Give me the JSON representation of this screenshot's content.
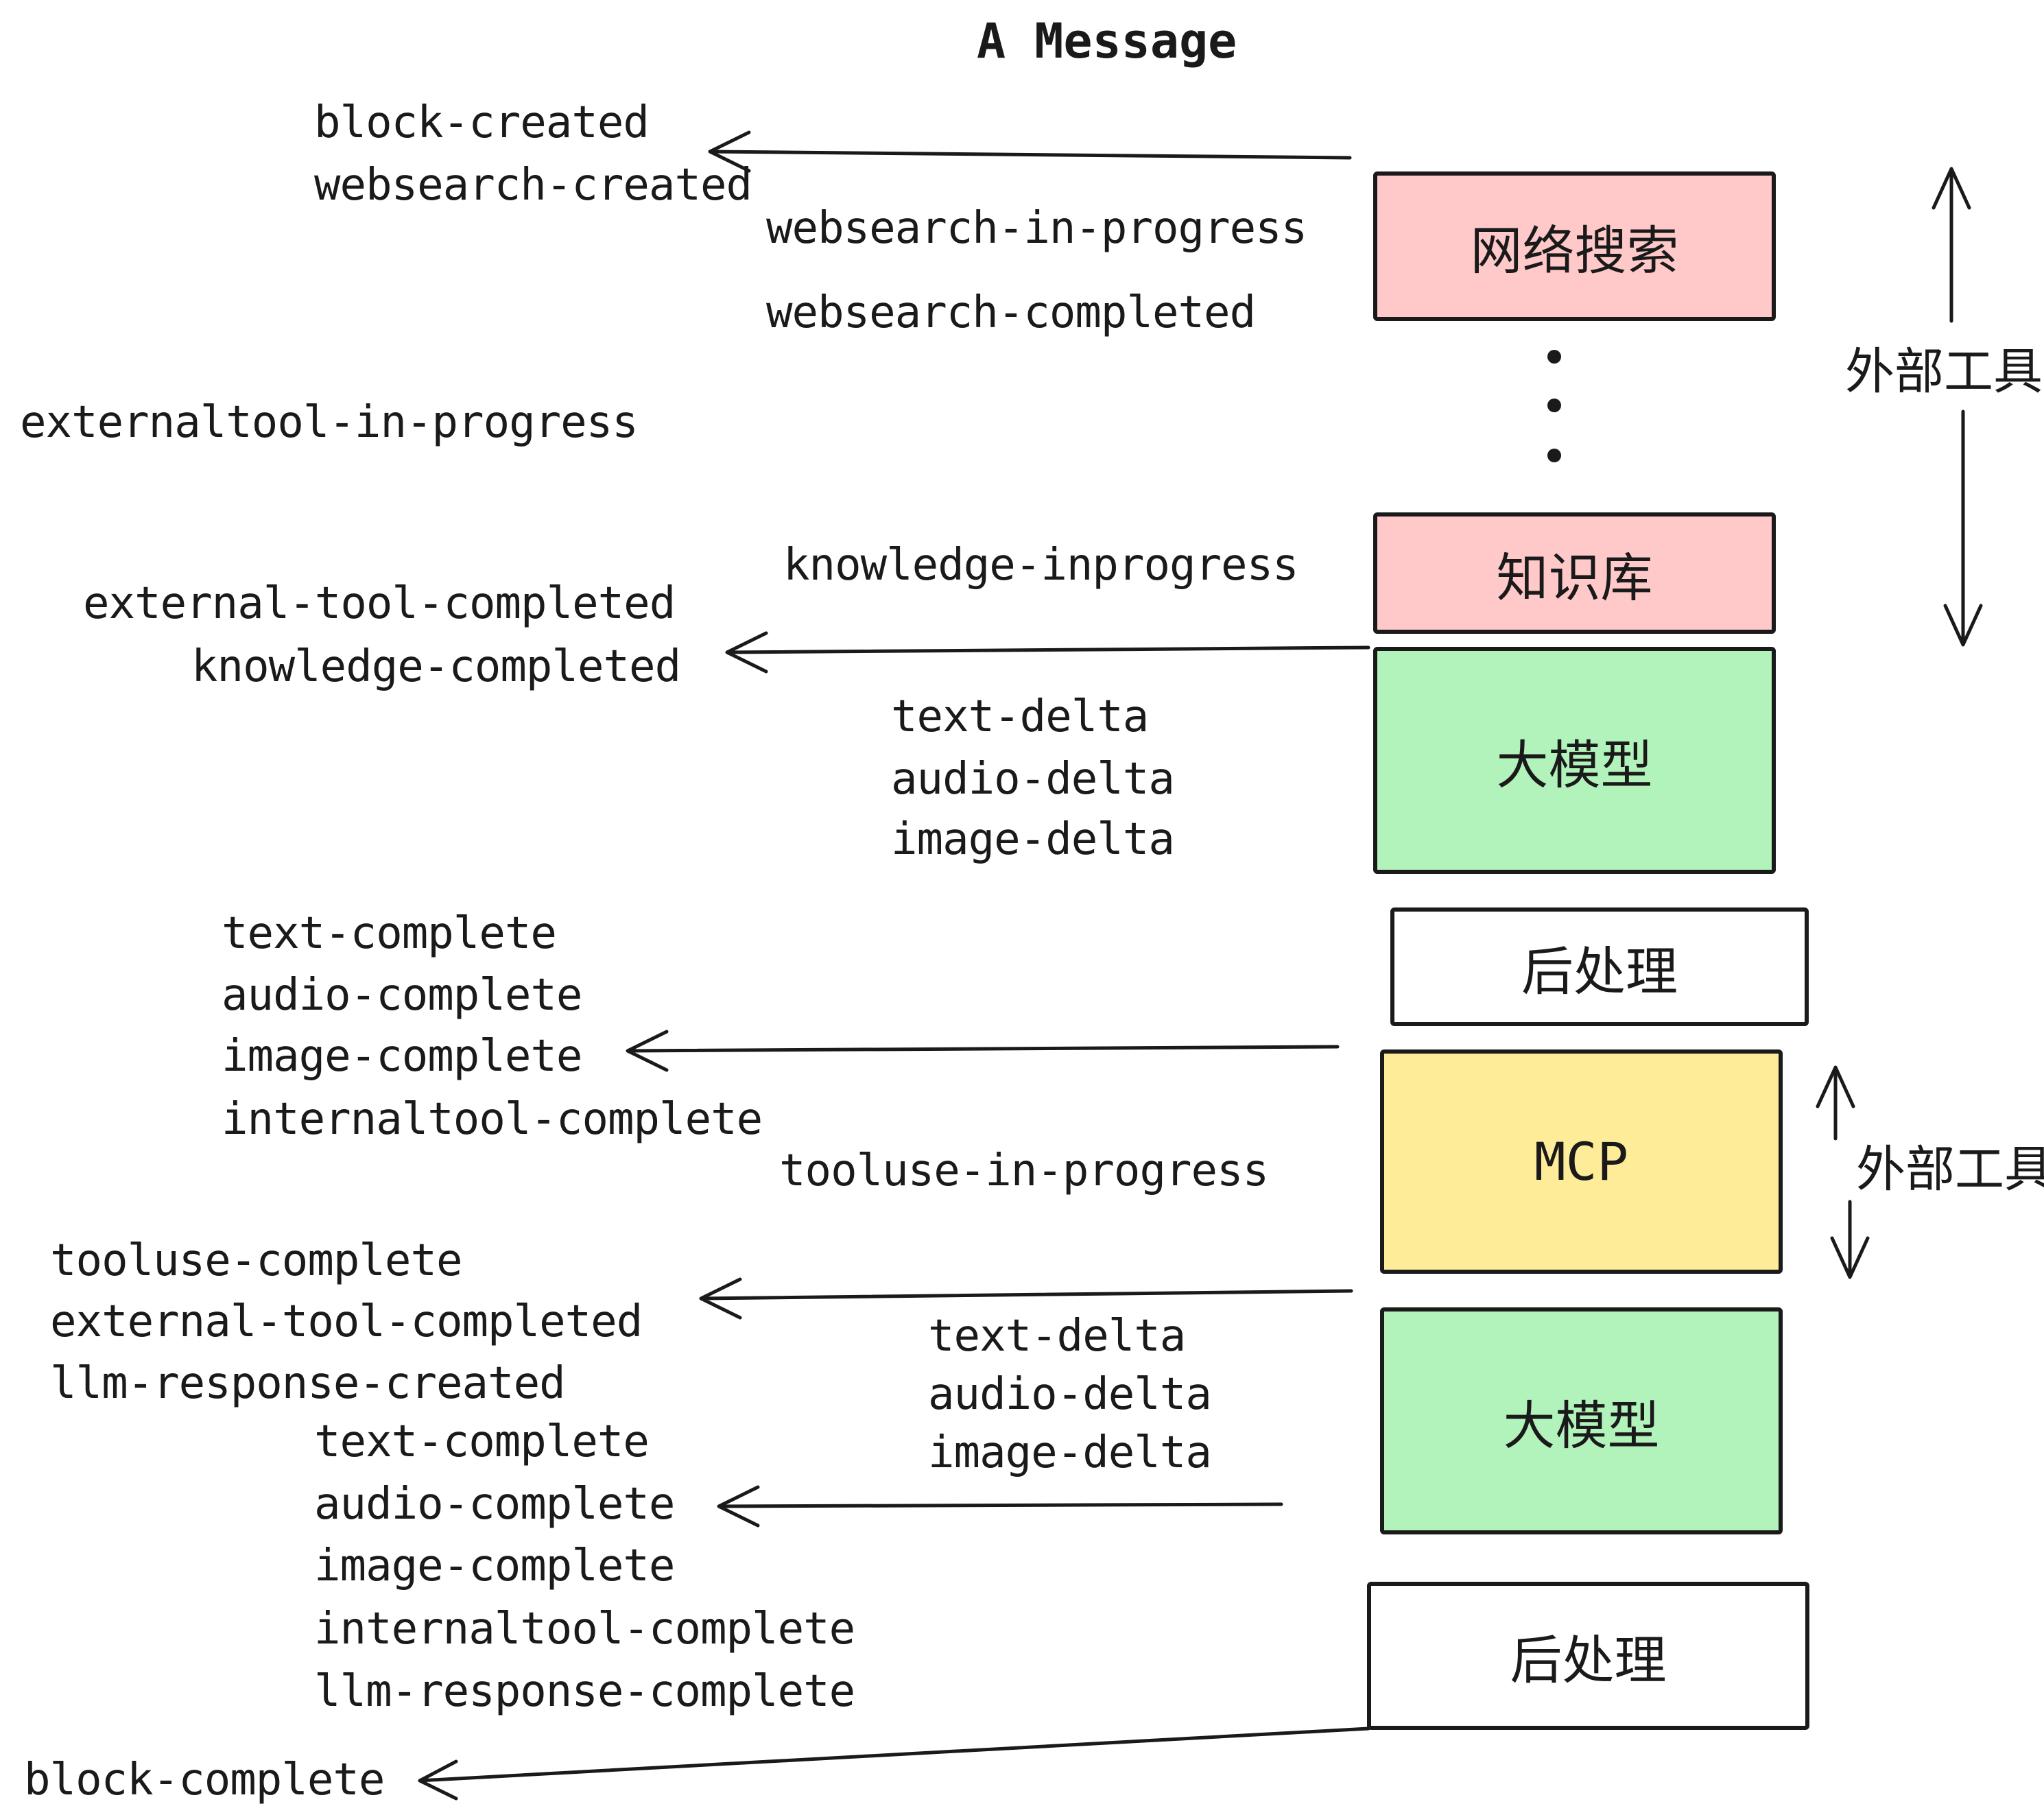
{
  "title": "A Message",
  "flow_boxes": {
    "websearch": {
      "label": "网络搜索",
      "color": "#ffc9c9"
    },
    "knowledge": {
      "label": "知识库",
      "color": "#ffc9c9"
    },
    "llm1": {
      "label": "大模型",
      "color": "#b2f2bb"
    },
    "post1": {
      "label": "后处理",
      "color": "#ffffff"
    },
    "mcp": {
      "label": "MCP",
      "color": "#ffec99"
    },
    "llm2": {
      "label": "大模型",
      "color": "#b2f2bb"
    },
    "post2": {
      "label": "后处理",
      "color": "#ffffff"
    }
  },
  "side_labels": {
    "external_tools_top": "外部工具",
    "external_tools_bottom": "外部工具"
  },
  "events": {
    "block_created": "block-created",
    "websearch_created": "websearch-created",
    "websearch_in_progress": "websearch-in-progress",
    "websearch_completed": "websearch-completed",
    "externaltool_in_progress": "externaltool-in-progress",
    "knowledge_inprogress": "knowledge-inprogress",
    "external_tool_completed_1": "external-tool-completed",
    "knowledge_completed": "knowledge-completed",
    "text_delta_1": "text-delta",
    "audio_delta_1": "audio-delta",
    "image_delta_1": "image-delta",
    "text_complete_1": "text-complete",
    "audio_complete_1": "audio-complete",
    "image_complete_1": "image-complete",
    "internaltool_complete_1": "internaltool-complete",
    "tooluse_in_progress": "tooluse-in-progress",
    "tooluse_complete": "tooluse-complete",
    "external_tool_completed_2": "external-tool-completed",
    "llm_response_created": "llm-response-created",
    "text_delta_2": "text-delta",
    "audio_delta_2": "audio-delta",
    "image_delta_2": "image-delta",
    "text_complete_2": "text-complete",
    "audio_complete_2": "audio-complete",
    "image_complete_2": "image-complete",
    "internaltool_complete_2": "internaltool-complete",
    "llm_response_complete": "llm-response-complete",
    "block_complete": "block-complete"
  },
  "colors": {
    "stroke": "#1a1a1a",
    "pink": "#ffc9c9",
    "green": "#b2f2bb",
    "yellow": "#ffec99",
    "white": "#ffffff"
  }
}
